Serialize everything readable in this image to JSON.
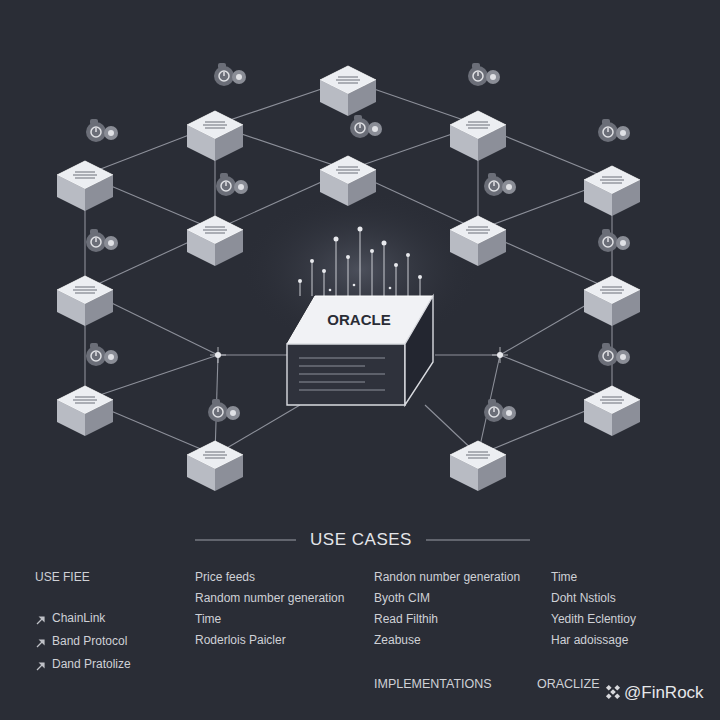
{
  "diagram": {
    "title": "USE CASES",
    "nodes": [
      {
        "text": [
          "ORACLE"
        ]
      }
    ],
    "labels": [
      "USE FIEE",
      "ChainLink",
      "Band Protocol",
      "Dand Pratolize",
      "Price feeds",
      "Random number generation",
      "Time",
      "Roderlois Paicler",
      "Randon number generation",
      "Byoth CIM",
      "Read Filthih",
      "Zeabuse",
      "Time",
      "Doht Nstiols",
      "Yedith Eclentioy",
      "Har adoissage",
      "IMPLEMENTATIONS",
      "ORACLIZE",
      "@FinRock"
    ]
  }
}
